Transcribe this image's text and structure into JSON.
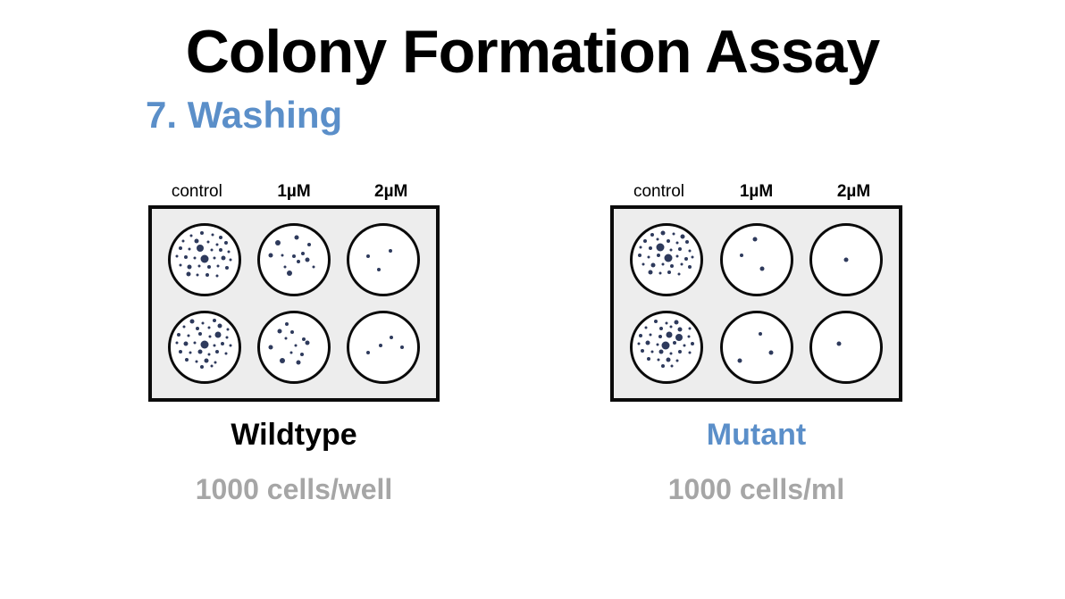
{
  "slide": {
    "title": "Colony Formation Assay",
    "step": "7. Washing",
    "title_color": "#000000",
    "accent_color": "#5b8fc9",
    "note_color": "#a6a6a6",
    "colony_color": "#2e3a5c",
    "plate_fill": "#ededed",
    "plate_border": "#0b0b0b",
    "well_fill": "#ffffff",
    "background": "#ffffff"
  },
  "panels": [
    {
      "id": "wildtype",
      "name": "Wildtype",
      "name_color": "#000000",
      "note": "1000 cells/well",
      "column_labels": [
        {
          "text": "control",
          "bold": false
        },
        {
          "text": "1µM",
          "bold": true
        },
        {
          "text": "2µM",
          "bold": true
        }
      ],
      "rows": 2,
      "columns": 3,
      "wells": [
        {
          "row": 1,
          "col": 1,
          "condition": "control",
          "colony_count": 32,
          "colonies": [
            [
              30,
              14,
              3
            ],
            [
              46,
              11,
              4
            ],
            [
              62,
              13,
              3
            ],
            [
              74,
              17,
              4
            ],
            [
              19,
              23,
              3
            ],
            [
              38,
              22,
              5
            ],
            [
              55,
              24,
              3
            ],
            [
              68,
              27,
              3
            ],
            [
              82,
              25,
              4
            ],
            [
              14,
              33,
              4
            ],
            [
              27,
              34,
              3
            ],
            [
              44,
              33,
              8
            ],
            [
              60,
              35,
              3
            ],
            [
              74,
              36,
              4
            ],
            [
              86,
              38,
              3
            ],
            [
              9,
              45,
              3
            ],
            [
              22,
              46,
              4
            ],
            [
              36,
              48,
              3
            ],
            [
              50,
              49,
              9
            ],
            [
              64,
              47,
              3
            ],
            [
              78,
              48,
              5
            ],
            [
              88,
              50,
              3
            ],
            [
              14,
              58,
              3
            ],
            [
              28,
              60,
              5
            ],
            [
              42,
              59,
              3
            ],
            [
              56,
              61,
              4
            ],
            [
              70,
              59,
              3
            ],
            [
              83,
              62,
              4
            ],
            [
              26,
              71,
              5
            ],
            [
              40,
              73,
              3
            ],
            [
              54,
              72,
              4
            ],
            [
              68,
              74,
              3
            ]
          ]
        },
        {
          "row": 1,
          "col": 2,
          "condition": "1µM",
          "colony_count": 12,
          "colonies": [
            [
              54,
              17,
              5
            ],
            [
              26,
              25,
              6
            ],
            [
              73,
              28,
              4
            ],
            [
              16,
              44,
              5
            ],
            [
              33,
              44,
              3
            ],
            [
              50,
              45,
              4
            ],
            [
              63,
              41,
              4
            ],
            [
              70,
              50,
              5
            ],
            [
              57,
              53,
              4
            ],
            [
              37,
              60,
              3
            ],
            [
              44,
              70,
              6
            ],
            [
              79,
              60,
              3
            ]
          ]
        },
        {
          "row": 1,
          "col": 3,
          "condition": "2µM",
          "colony_count": 3,
          "colonies": [
            [
              60,
              37,
              4
            ],
            [
              28,
              45,
              4
            ],
            [
              44,
              65,
              4
            ]
          ]
        },
        {
          "row": 2,
          "col": 1,
          "condition": "control",
          "colony_count": 33,
          "colonies": [
            [
              32,
              12,
              5
            ],
            [
              48,
              14,
              3
            ],
            [
              64,
              11,
              4
            ],
            [
              20,
              20,
              3
            ],
            [
              40,
              22,
              4
            ],
            [
              56,
              21,
              3
            ],
            [
              72,
              19,
              5
            ],
            [
              84,
              24,
              3
            ],
            [
              12,
              31,
              4
            ],
            [
              26,
              33,
              3
            ],
            [
              44,
              30,
              4
            ],
            [
              58,
              34,
              3
            ],
            [
              70,
              32,
              7
            ],
            [
              83,
              36,
              3
            ],
            [
              9,
              44,
              3
            ],
            [
              22,
              45,
              5
            ],
            [
              36,
              43,
              3
            ],
            [
              50,
              46,
              9
            ],
            [
              64,
              48,
              3
            ],
            [
              76,
              45,
              4
            ],
            [
              88,
              47,
              3
            ],
            [
              15,
              56,
              4
            ],
            [
              29,
              58,
              3
            ],
            [
              43,
              57,
              5
            ],
            [
              57,
              60,
              3
            ],
            [
              69,
              57,
              4
            ],
            [
              82,
              59,
              3
            ],
            [
              24,
              69,
              4
            ],
            [
              38,
              71,
              3
            ],
            [
              52,
              70,
              5
            ],
            [
              66,
              72,
              3
            ],
            [
              46,
              79,
              4
            ],
            [
              60,
              78,
              3
            ]
          ]
        },
        {
          "row": 2,
          "col": 2,
          "condition": "1µM",
          "colony_count": 11,
          "colonies": [
            [
              40,
              16,
              4
            ],
            [
              29,
              26,
              5
            ],
            [
              47,
              27,
              4
            ],
            [
              38,
              37,
              3
            ],
            [
              64,
              38,
              4
            ],
            [
              70,
              44,
              5
            ],
            [
              16,
              50,
              5
            ],
            [
              52,
              47,
              3
            ],
            [
              46,
              58,
              3
            ],
            [
              62,
              60,
              4
            ],
            [
              33,
              70,
              6
            ],
            [
              56,
              73,
              5
            ]
          ]
        },
        {
          "row": 2,
          "col": 3,
          "condition": "2µM",
          "colony_count": 4,
          "colonies": [
            [
              62,
              35,
              4
            ],
            [
              46,
              48,
              4
            ],
            [
              78,
              50,
              4
            ],
            [
              27,
              58,
              4
            ]
          ]
        }
      ]
    },
    {
      "id": "mutant",
      "name": "Mutant",
      "name_color": "#5b8fc9",
      "note": "1000 cells/ml",
      "column_labels": [
        {
          "text": "control",
          "bold": false
        },
        {
          "text": "1µM",
          "bold": true
        },
        {
          "text": "2µM",
          "bold": true
        }
      ],
      "rows": 2,
      "columns": 3,
      "wells": [
        {
          "row": 1,
          "col": 1,
          "condition": "control",
          "colony_count": 32,
          "colonies": [
            [
              28,
              13,
              4
            ],
            [
              44,
              10,
              5
            ],
            [
              60,
              12,
              3
            ],
            [
              74,
              16,
              5
            ],
            [
              18,
              22,
              4
            ],
            [
              36,
              20,
              3
            ],
            [
              52,
              23,
              4
            ],
            [
              66,
              25,
              3
            ],
            [
              80,
              24,
              4
            ],
            [
              12,
              32,
              3
            ],
            [
              26,
              33,
              4
            ],
            [
              40,
              31,
              9
            ],
            [
              56,
              35,
              3
            ],
            [
              70,
              34,
              4
            ],
            [
              84,
              37,
              3
            ],
            [
              10,
              44,
              4
            ],
            [
              24,
              46,
              3
            ],
            [
              38,
              44,
              4
            ],
            [
              52,
              47,
              9
            ],
            [
              66,
              45,
              3
            ],
            [
              78,
              49,
              4
            ],
            [
              88,
              46,
              3
            ],
            [
              16,
              56,
              3
            ],
            [
              30,
              58,
              5
            ],
            [
              44,
              56,
              3
            ],
            [
              58,
              59,
              4
            ],
            [
              72,
              57,
              3
            ],
            [
              84,
              60,
              4
            ],
            [
              26,
              68,
              5
            ],
            [
              40,
              70,
              3
            ],
            [
              54,
              69,
              4
            ],
            [
              68,
              71,
              3
            ]
          ]
        },
        {
          "row": 1,
          "col": 2,
          "condition": "1µM",
          "colony_count": 3,
          "colonies": [
            [
              48,
              20,
              5
            ],
            [
              28,
              43,
              4
            ],
            [
              58,
              63,
              5
            ]
          ]
        },
        {
          "row": 1,
          "col": 3,
          "condition": "2µM",
          "colony_count": 1,
          "colonies": [
            [
              50,
              50,
              5
            ]
          ]
        },
        {
          "row": 2,
          "col": 1,
          "condition": "control",
          "colony_count": 33,
          "colonies": [
            [
              34,
              12,
              4
            ],
            [
              50,
              15,
              3
            ],
            [
              64,
              13,
              5
            ],
            [
              20,
              21,
              3
            ],
            [
              42,
              23,
              4
            ],
            [
              56,
              20,
              3
            ],
            [
              70,
              24,
              5
            ],
            [
              84,
              22,
              3
            ],
            [
              12,
              33,
              4
            ],
            [
              26,
              31,
              3
            ],
            [
              40,
              34,
              4
            ],
            [
              54,
              32,
              7
            ],
            [
              68,
              36,
              8
            ],
            [
              82,
              34,
              3
            ],
            [
              9,
              45,
              3
            ],
            [
              22,
              43,
              5
            ],
            [
              36,
              46,
              3
            ],
            [
              48,
              48,
              9
            ],
            [
              62,
              44,
              4
            ],
            [
              76,
              47,
              3
            ],
            [
              88,
              45,
              4
            ],
            [
              14,
              55,
              4
            ],
            [
              28,
              57,
              3
            ],
            [
              42,
              56,
              5
            ],
            [
              56,
              59,
              3
            ],
            [
              70,
              56,
              4
            ],
            [
              84,
              58,
              3
            ],
            [
              24,
              67,
              4
            ],
            [
              38,
              69,
              3
            ],
            [
              52,
              68,
              5
            ],
            [
              66,
              70,
              3
            ],
            [
              44,
              78,
              4
            ],
            [
              58,
              77,
              3
            ]
          ]
        },
        {
          "row": 2,
          "col": 2,
          "condition": "1µM",
          "colony_count": 3,
          "colonies": [
            [
              56,
              30,
              4
            ],
            [
              72,
              58,
              5
            ],
            [
              26,
              70,
              5
            ]
          ]
        },
        {
          "row": 2,
          "col": 3,
          "condition": "2µM",
          "colony_count": 1,
          "colonies": [
            [
              40,
              45,
              5
            ]
          ]
        }
      ]
    }
  ]
}
